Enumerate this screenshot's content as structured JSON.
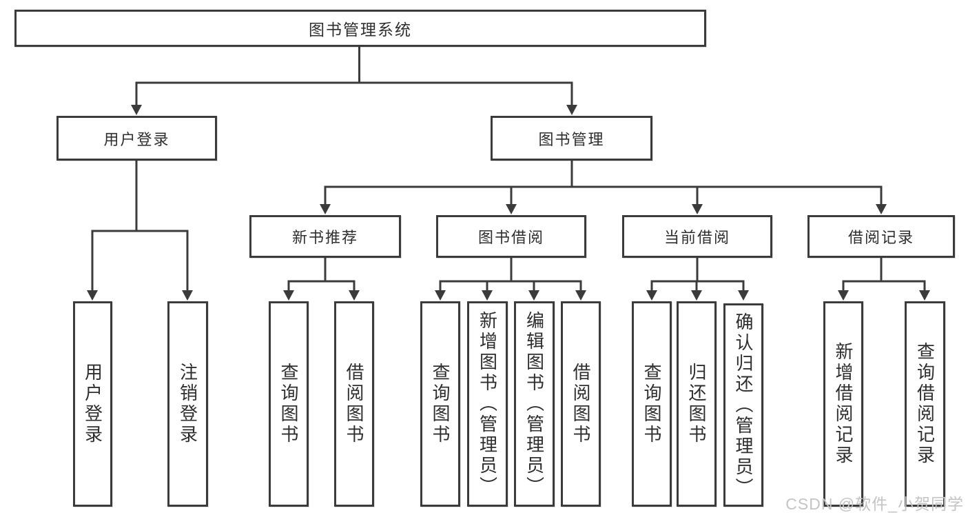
{
  "nodes": {
    "root": "图书管理系统",
    "user_login": "用户登录",
    "book_management": "图书管理",
    "new_book_recommend": "新书推荐",
    "book_borrowing": "图书借阅",
    "current_borrowing": "当前借阅",
    "borrowing_records": "借阅记录",
    "leaves": {
      "user_login": "用户登录",
      "logout": "注销登录",
      "nbr_query_books": "查询图书",
      "nbr_borrow_books": "借阅图书",
      "bb_query_books": "查询图书",
      "bb_add_books_admin": "新增图书（管理员）",
      "bb_edit_books_admin": "编辑图书（管理员）",
      "bb_borrow_books": "借阅图书",
      "cb_query_books": "查询图书",
      "cb_return_books": "归还图书",
      "cb_confirm_return_admin": "确认归还（管理员）",
      "br_add_record": "新增借阅记录",
      "br_query_record": "查询借阅记录"
    }
  },
  "watermark": "CSDN @软件_小贺同学",
  "colors": {
    "line": "#3b3b3b",
    "text": "#2e2e2e",
    "watermark": "#c6c3c3",
    "background": "#ffffff"
  }
}
